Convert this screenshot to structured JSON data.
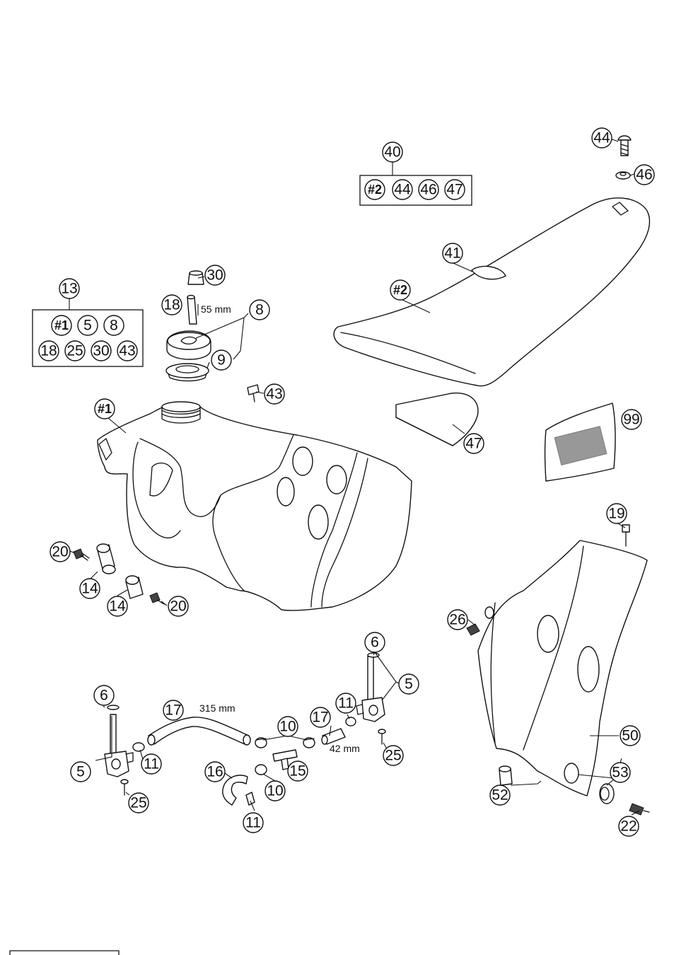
{
  "diagram": {
    "dimensions": {
      "hose_315": "315 mm",
      "hose_55": "55 mm",
      "hose_42": "42 mm"
    },
    "callouts": {
      "c40": "40",
      "c2a": "#2",
      "c44a": "44",
      "c46a": "46",
      "c47a": "47",
      "c44": "44",
      "c46": "46",
      "c41": "41",
      "c2b": "#2",
      "c47": "47",
      "c99": "99",
      "c13": "13",
      "c1a": "#1",
      "c5a": "5",
      "c8a": "8",
      "c18a": "18",
      "c25a": "25",
      "c30a": "30",
      "c43a": "43",
      "c30": "30",
      "c18": "18",
      "c8": "8",
      "c9": "9",
      "c43": "43",
      "c1b": "#1",
      "c20a": "20",
      "c14a": "14",
      "c14b": "14",
      "c20b": "20",
      "c19": "19",
      "c26": "26",
      "c50": "50",
      "c53": "53",
      "c52": "52",
      "c22": "22",
      "c6a": "6",
      "c5b": "5",
      "c25b": "25",
      "c17a": "17",
      "c11a": "11",
      "c10a": "10",
      "c15": "15",
      "c16": "16",
      "c10b": "10",
      "c11b": "11",
      "c17b": "17",
      "c11c": "11",
      "c6b": "6",
      "c5c": "5",
      "c25c": "25"
    }
  }
}
